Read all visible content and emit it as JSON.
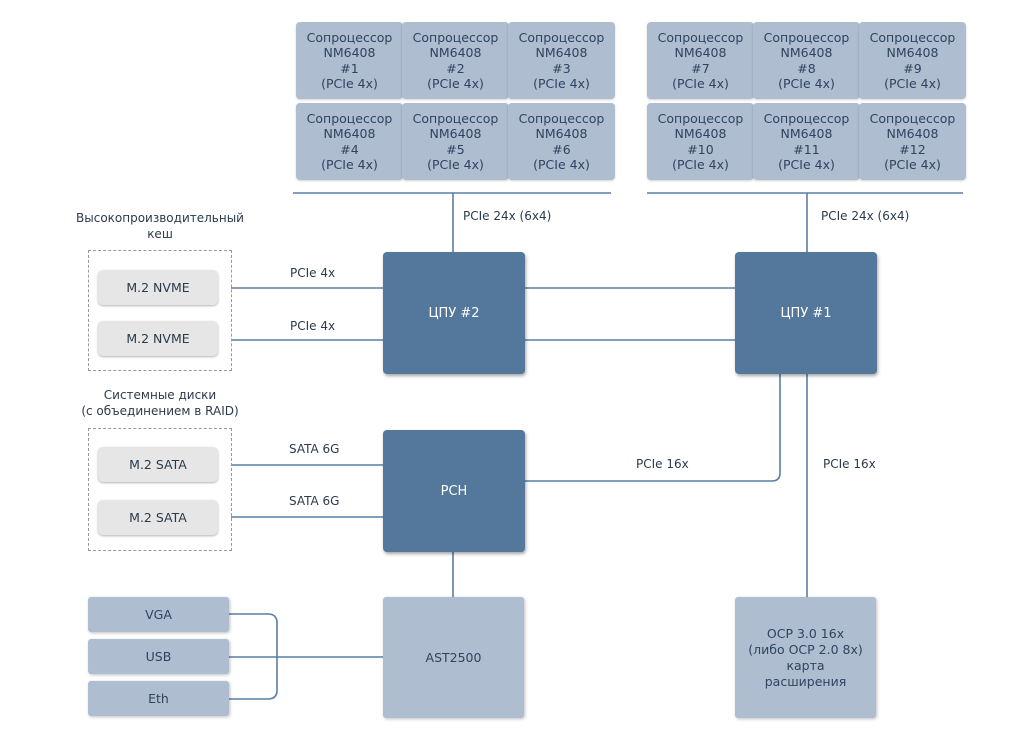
{
  "coprocessors": [
    {
      "name": "Сопроцессор",
      "model": "NM6408",
      "num": "#1",
      "bus": "(PCIe 4x)"
    },
    {
      "name": "Сопроцессор",
      "model": "NM6408",
      "num": "#2",
      "bus": "(PCIe 4x)"
    },
    {
      "name": "Сопроцессор",
      "model": "NM6408",
      "num": "#3",
      "bus": "(PCIe 4x)"
    },
    {
      "name": "Сопроцессор",
      "model": "NM6408",
      "num": "#4",
      "bus": "(PCIe 4x)"
    },
    {
      "name": "Сопроцессор",
      "model": "NM6408",
      "num": "#5",
      "bus": "(PCIe 4x)"
    },
    {
      "name": "Сопроцессор",
      "model": "NM6408",
      "num": "#6",
      "bus": "(PCIe 4x)"
    },
    {
      "name": "Сопроцессор",
      "model": "NM6408",
      "num": "#7",
      "bus": "(PCIe 4x)"
    },
    {
      "name": "Сопроцессор",
      "model": "NM6408",
      "num": "#8",
      "bus": "(PCIe 4x)"
    },
    {
      "name": "Сопроцессор",
      "model": "NM6408",
      "num": "#9",
      "bus": "(PCIe 4x)"
    },
    {
      "name": "Сопроцессор",
      "model": "NM6408",
      "num": "#10",
      "bus": "(PCIe 4x)"
    },
    {
      "name": "Сопроцессор",
      "model": "NM6408",
      "num": "#11",
      "bus": "(PCIe 4x)"
    },
    {
      "name": "Сопроцессор",
      "model": "NM6408",
      "num": "#12",
      "bus": "(PCIe 4x)"
    }
  ],
  "cpu2": "ЦПУ #2",
  "cpu1": "ЦПУ #1",
  "pch": "PCH",
  "bmc": "AST2500",
  "ocp": {
    "line1": "OCP 3.0 16x",
    "line2": "(либо OCP 2.0 8x)",
    "line3": "карта",
    "line4": "расширения"
  },
  "cache_group": {
    "line1": "Высокопроизводительный",
    "line2": "кеш"
  },
  "system_group": {
    "line1": "Системные диски",
    "line2": "(с объединением в RAID)"
  },
  "nvme": [
    "M.2 NVME",
    "M.2 NVME"
  ],
  "sata": [
    "M.2 SATA",
    "M.2 SATA"
  ],
  "ports": [
    "VGA",
    "USB",
    "Eth"
  ],
  "links": {
    "pcie24_left": "PCIe 24x (6x4)",
    "pcie24_right": "PCIe 24x (6x4)",
    "pcie4_1": "PCIe 4x",
    "pcie4_2": "PCIe 4x",
    "sata_1": "SATA 6G",
    "sata_2": "SATA 6G",
    "pcie16_pch": "PCIe 16x",
    "pcie16_ocp": "PCIe 16x"
  },
  "colors": {
    "line": "#5a7ea3",
    "cpu": "#54789c",
    "light_box": "#aebdd0",
    "disk": "#e6e6e6",
    "dashed": "#9a9a9a"
  }
}
